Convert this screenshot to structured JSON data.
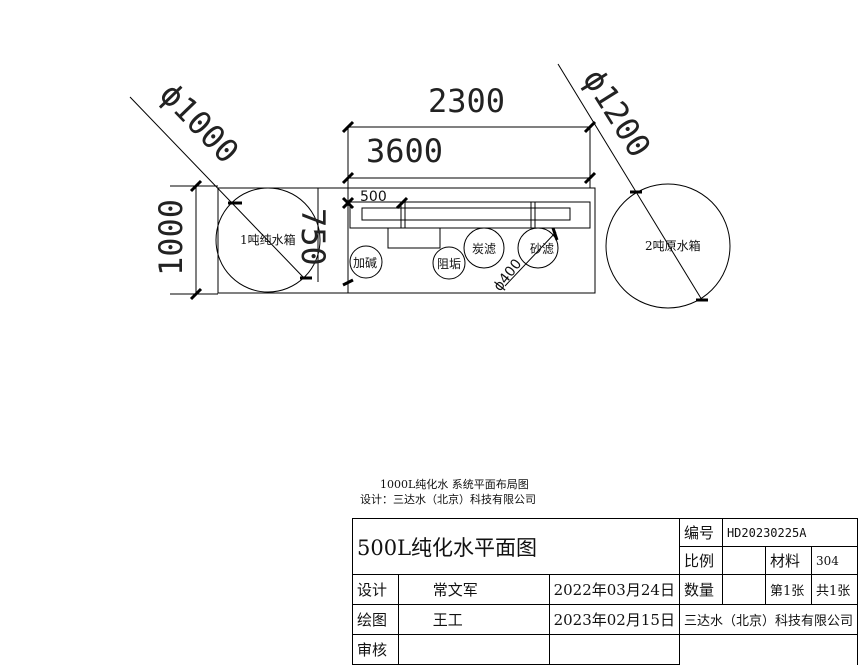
{
  "dimensions": {
    "d1000": "ϕ1000",
    "d2300": "2300",
    "d3600": "3600",
    "d1200": "ϕ1200",
    "d500": "500",
    "h1000": "1000",
    "d750": "750",
    "d400": "ϕ400"
  },
  "components": {
    "tank1": "1吨纯水箱",
    "tank2": "2吨原水箱",
    "carbon": "炭滤",
    "sand": "砂滤",
    "alkali": "加碱",
    "scale": "阻垢"
  },
  "caption": {
    "line1": "1000L纯化水 系统平面布局图",
    "line2": "设计：三达水（北京）科技有限公司"
  },
  "title_block": {
    "title": "500L纯化水平面图",
    "number_label": "编号",
    "number_value": "HD20230225A",
    "scale_label": "比例",
    "scale_value": "",
    "material_label": "材料",
    "material_value": "304",
    "design_label": "设计",
    "designer": "常文军",
    "design_date": "2022年03月24日",
    "qty_label": "数量",
    "sheet_no": "第1张",
    "sheet_total": "共1张",
    "draw_label": "绘图",
    "drawer": "王工",
    "draw_date": "2023年02月15日",
    "company": "三达水（北京）科技有限公司",
    "review_label": "审核"
  }
}
